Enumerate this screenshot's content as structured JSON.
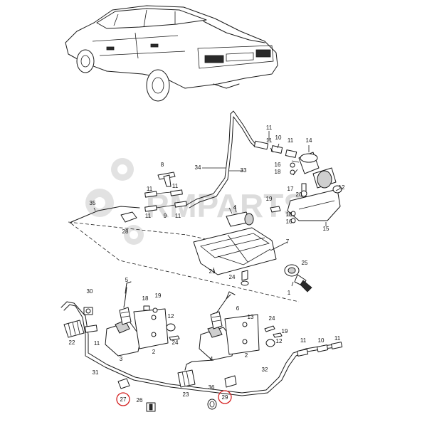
{
  "watermark": {
    "text": "RMPARTS"
  },
  "labels": {
    "l1": "1",
    "l2a": "2",
    "l2b": "2",
    "l3": "3",
    "l4a": "4",
    "l4b": "4",
    "l5": "5",
    "l6": "6",
    "l7": "7",
    "l8": "8",
    "l9": "9",
    "l10a": "10",
    "l10b": "10",
    "l11": "11",
    "l12": "12",
    "l13": "13",
    "l14": "14",
    "l15": "15",
    "l16": "16",
    "l17": "17",
    "l18": "18",
    "l19": "19",
    "l20": "20",
    "l21": "21",
    "l22": "22",
    "l23": "23",
    "l24": "24",
    "l25": "25",
    "l26": "26",
    "l27": "27",
    "l28": "28",
    "l29": "29",
    "l30": "30",
    "l31": "31",
    "l32": "32",
    "l33": "33",
    "l34": "34",
    "l35": "35",
    "l36": "36"
  },
  "highlighted_parts": [
    "27",
    "29"
  ],
  "colors": {
    "highlight": "#d42020",
    "line": "#1a1a1a",
    "watermark": "#dcdcdc"
  }
}
